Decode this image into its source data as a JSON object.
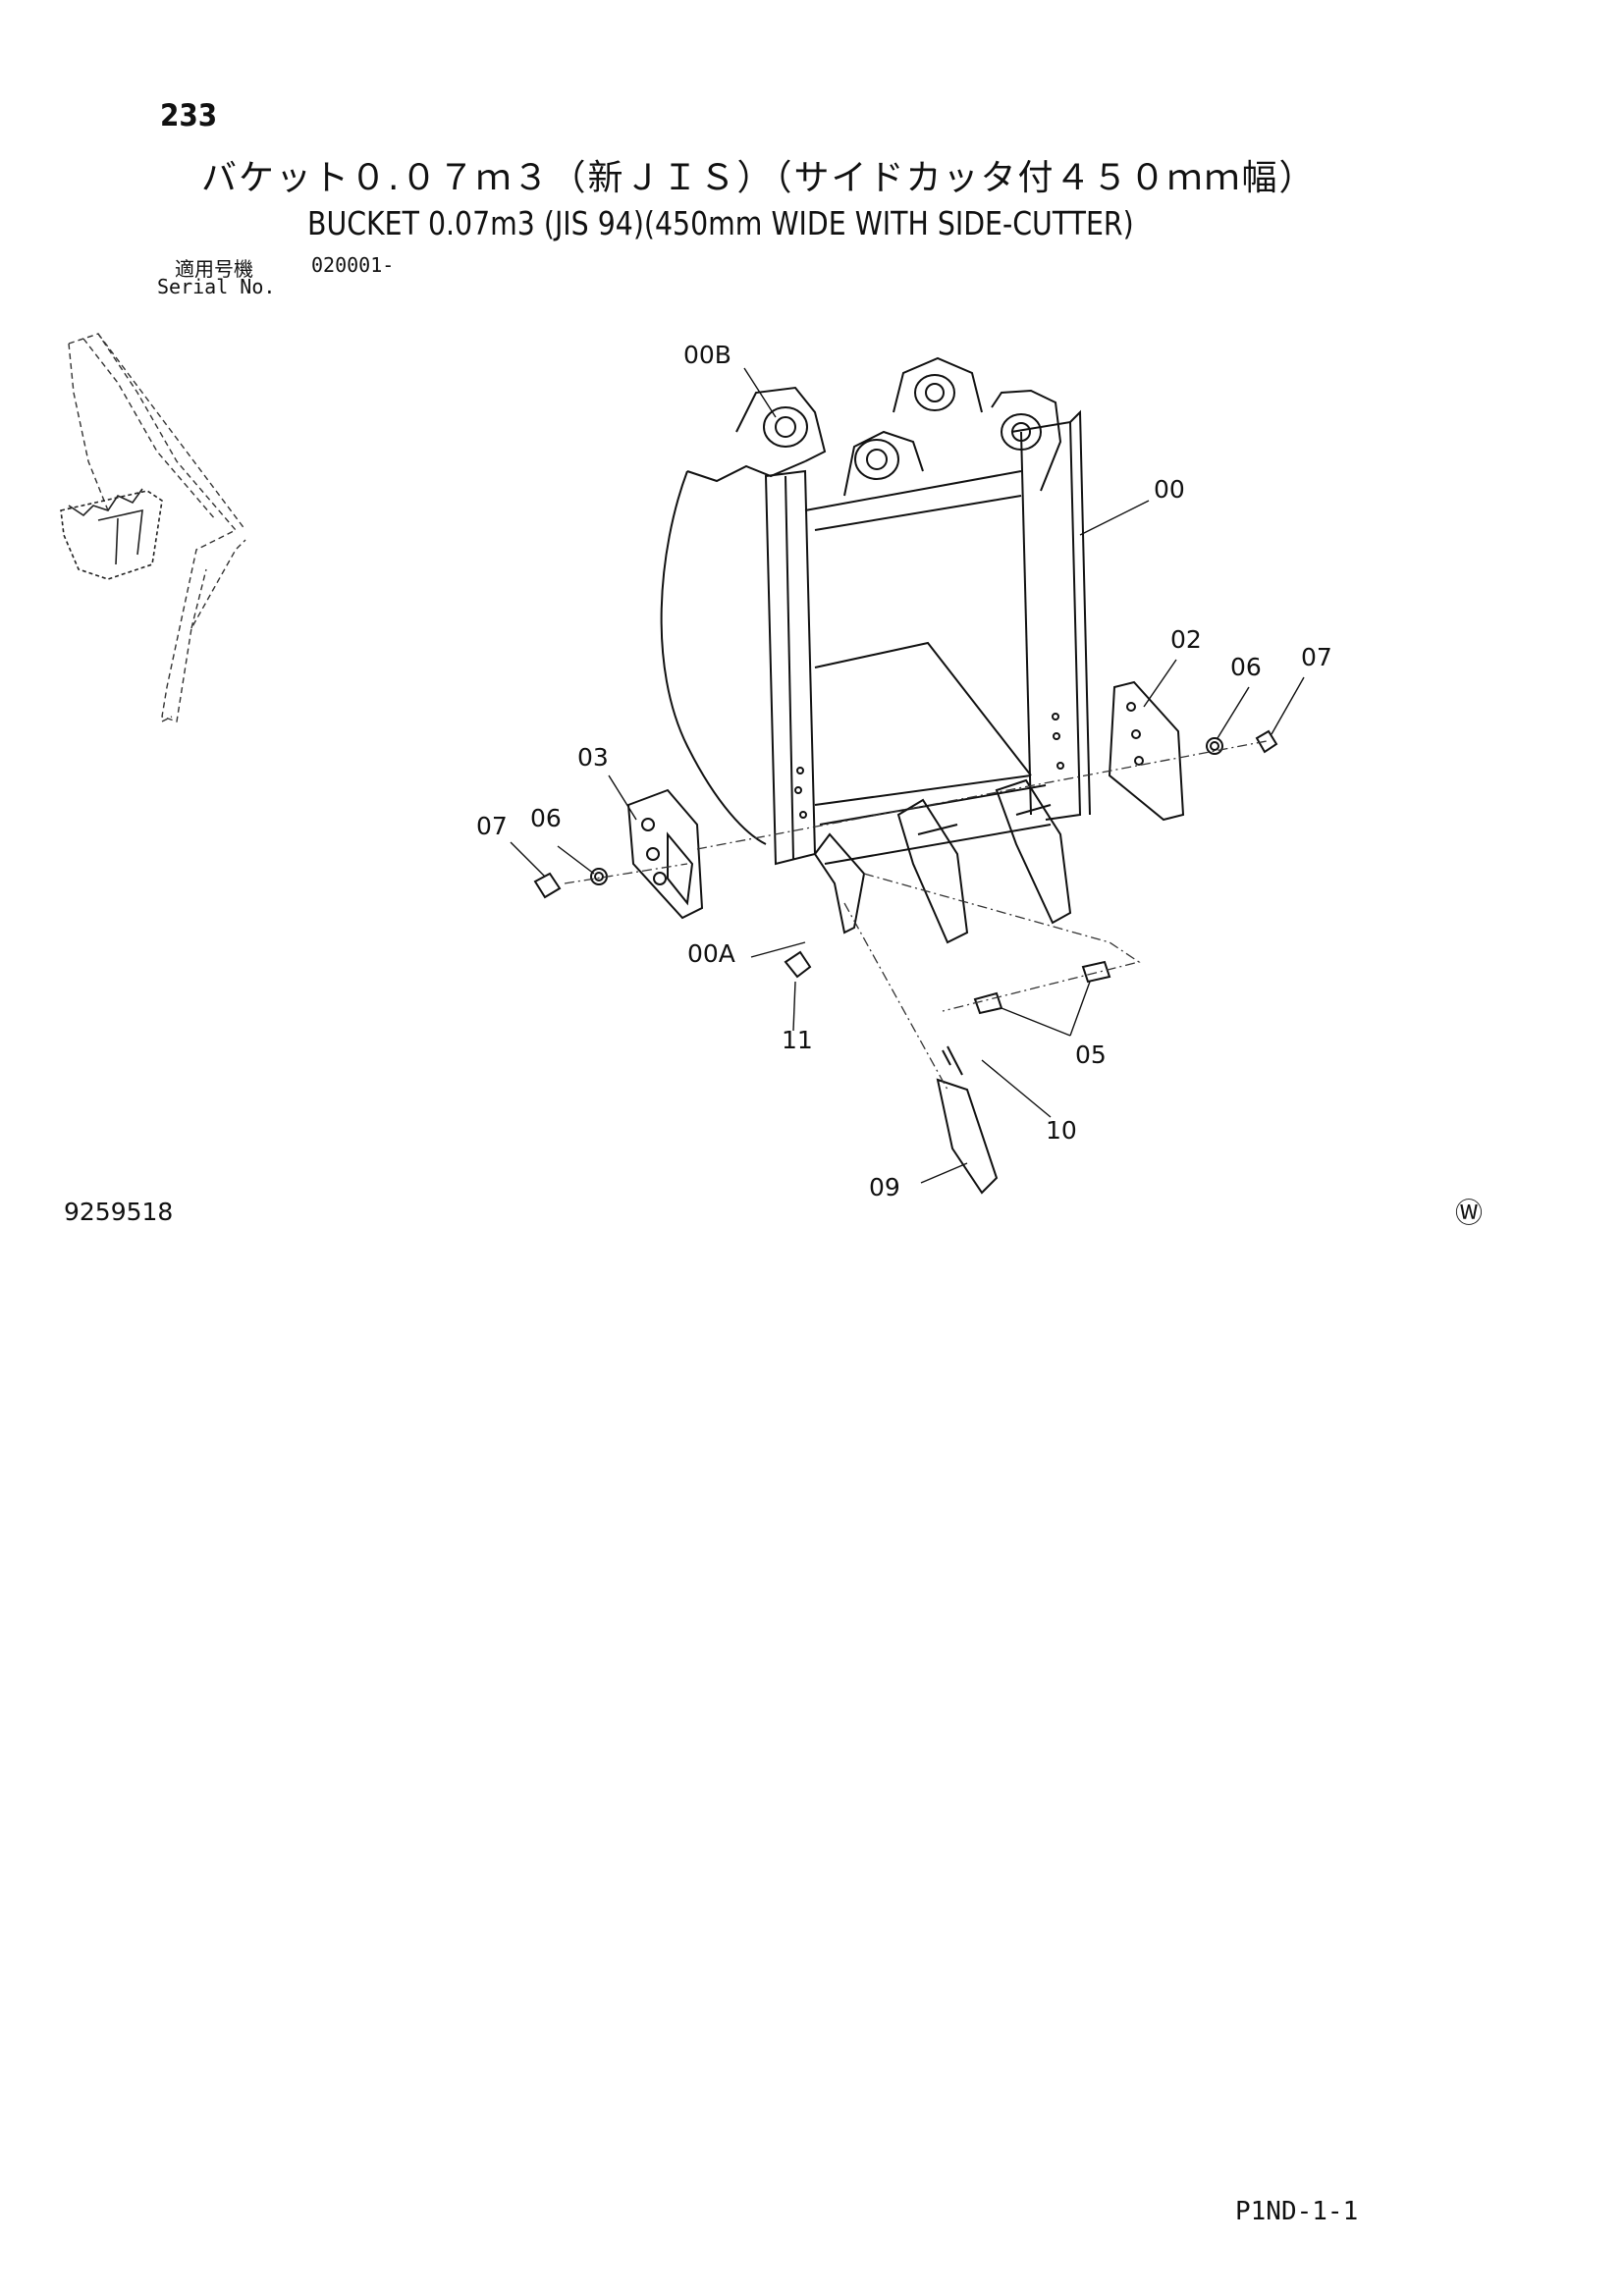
{
  "page_number": "233",
  "title_jp": "バケット０.０７ｍ３（新ＪＩＳ）（サイドカッタ付４５０ｍｍ幅）",
  "title_en": "BUCKET 0.07m3 (JIS 94)(450mm WIDE WITH SIDE-CUTTER)",
  "serial_label_jp": "適用号機",
  "serial_value": "020001-",
  "serial_label_en": "Serial No.",
  "drawing_number": "9259518",
  "watermark_symbol": "Ⓦ",
  "page_code": "P1ND-1-1",
  "callouts": {
    "c00B": "00B",
    "c00": "00",
    "c02": "02",
    "c06_right": "06",
    "c07_right": "07",
    "c03": "03",
    "c07_left": "07",
    "c06_left": "06",
    "c00A": "00A",
    "c11": "11",
    "c05": "05",
    "c10": "10",
    "c09": "09"
  }
}
